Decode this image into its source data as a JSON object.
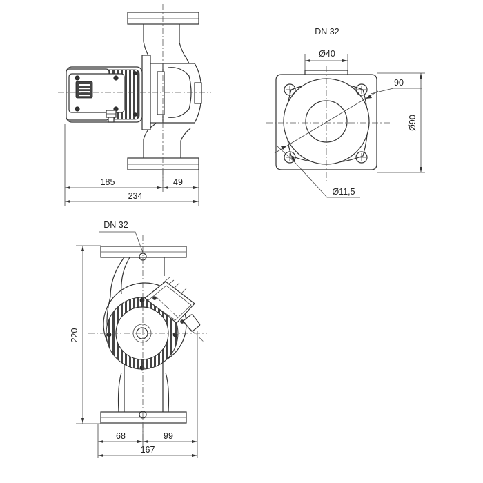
{
  "side_view": {
    "dim_motor": "185",
    "dim_flange": "49",
    "dim_total": "234"
  },
  "flange_view": {
    "nominal": "DN 32",
    "bore": "Ø40",
    "bolt_spacing": "90",
    "bolt_circle": "Ø90",
    "bolt_hole": "Ø11,5"
  },
  "front_view": {
    "nominal": "DN 32",
    "height": "220",
    "dim_left": "68",
    "dim_right": "99",
    "width": "167"
  }
}
